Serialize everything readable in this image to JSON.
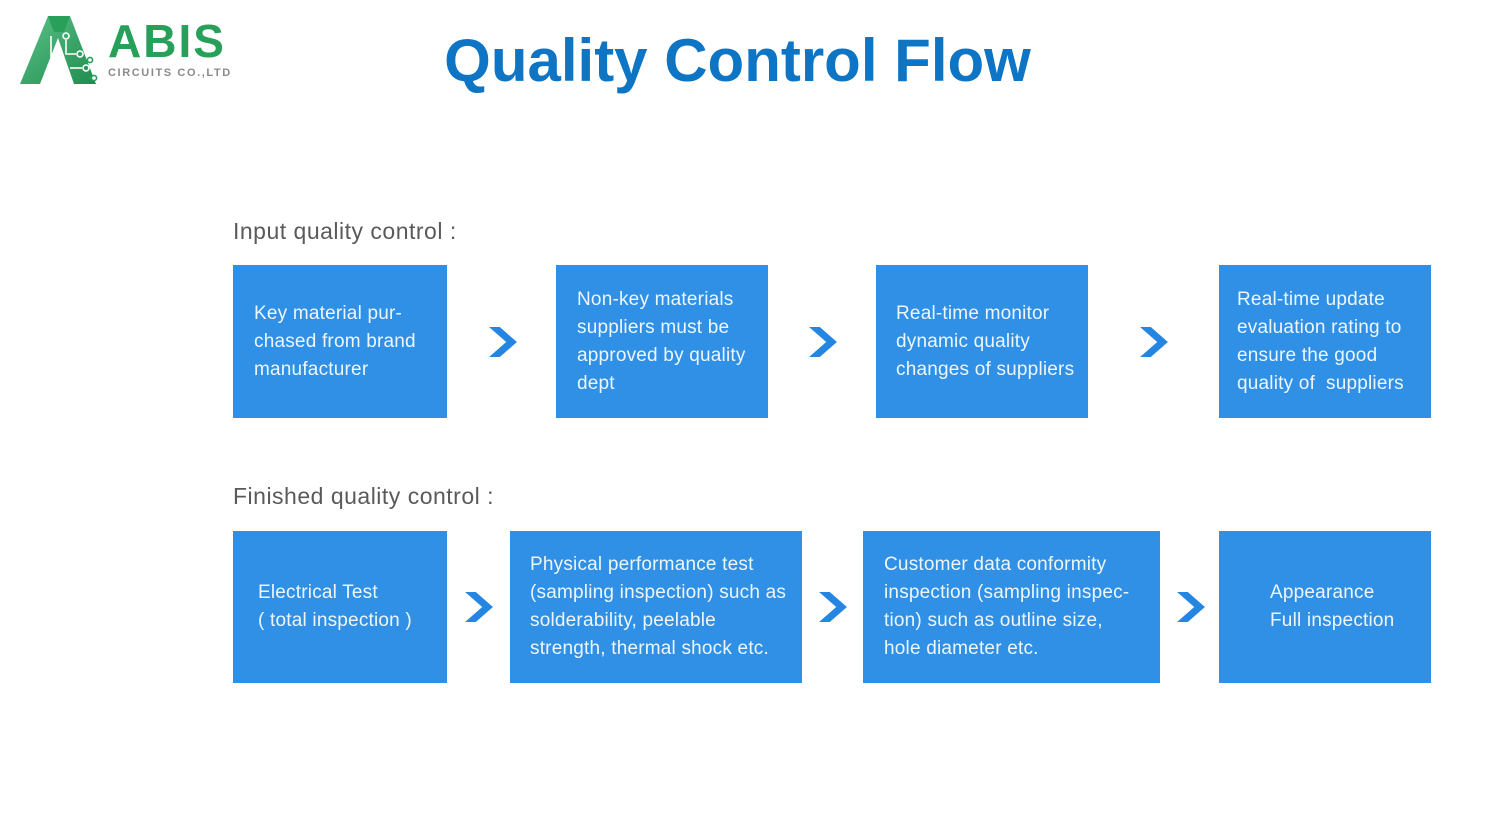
{
  "title": {
    "text": "Quality Control Flow"
  },
  "logo": {
    "brand": "ABIS",
    "subtitle": "CIRCUITS CO.,LTD"
  },
  "colors": {
    "title_blue": "#0e75c4",
    "box_blue": "#2f90e6",
    "arrow_blue": "#2586e2",
    "label_gray": "#5a5a5a",
    "box_text": "#eef6fd",
    "logo_green": "#28a05a",
    "logo_green_light": "#5cc287",
    "logo_gray": "#8a8a8a"
  },
  "sections": [
    {
      "label": "Input quality control :",
      "boxes": [
        {
          "text": "Key material pur-\nchased from brand\nmanufacturer"
        },
        {
          "text": "Non-key materials\nsuppliers must be\napproved by quality\ndept"
        },
        {
          "text": "Real-time monitor\ndynamic quality\nchanges of suppliers"
        },
        {
          "text": "Real-time update\nevaluation rating to\nensure the good\nquality of  suppliers"
        }
      ]
    },
    {
      "label": "Finished quality control :",
      "boxes": [
        {
          "text": "Electrical Test\n( total inspection )"
        },
        {
          "text": "Physical performance test\n(sampling inspection) such as\nsolderability, peelable\nstrength, thermal shock etc."
        },
        {
          "text": "Customer data conformity\ninspection (sampling inspec-\ntion) such as outline size,\nhole diameter etc."
        },
        {
          "text": "Appearance\nFull inspection"
        }
      ]
    }
  ]
}
